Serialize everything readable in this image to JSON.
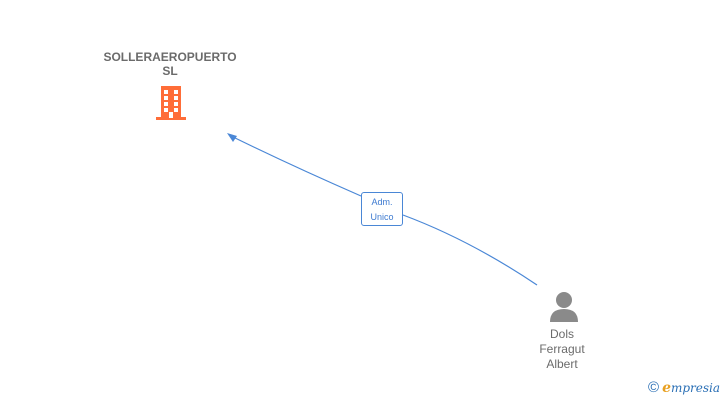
{
  "company": {
    "name_line1": "SOLLERAEROPUERTO",
    "name_line2": "SL",
    "icon": "building-icon",
    "color": "#ff6d38"
  },
  "person": {
    "name_line1": "Dols",
    "name_line2": "Ferragut",
    "name_line3": "Albert",
    "icon": "person-icon",
    "color": "#8a8a8a"
  },
  "relationship": {
    "label_line1": "Adm.",
    "label_line2": "Unico",
    "color": "#4a87d6"
  },
  "brand": {
    "copyright": "©",
    "logo_initial": "e",
    "logo_rest": "mpresia"
  }
}
